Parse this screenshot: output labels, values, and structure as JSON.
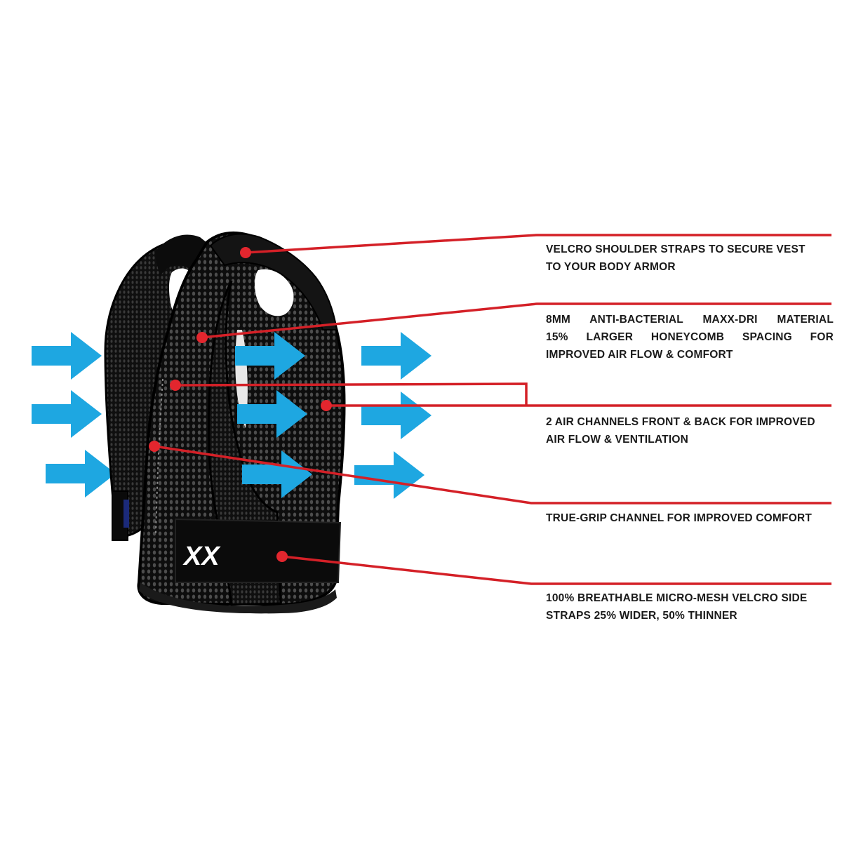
{
  "colors": {
    "background": "#ffffff",
    "leader_line": "#d42027",
    "dot": "#e3262e",
    "arrow": "#1ea7e1",
    "vest": "#111111",
    "mesh_highlight": "#5a5a5a",
    "text": "#1a1a1a",
    "logo": "#ffffff"
  },
  "product": {
    "name": "mesh-cooling-vest",
    "logo_text": "XX"
  },
  "callouts": [
    {
      "id": "shoulder-straps",
      "lines": [
        "VELCRO SHOULDER STRAPS TO SECURE VEST",
        "TO YOUR BODY ARMOR"
      ]
    },
    {
      "id": "material",
      "lines": [
        "8MM ANTI-BACTERIAL MAXX-DRI MATERIAL",
        "15% LARGER HONEYCOMB SPACING FOR",
        "IMPROVED AIR FLOW & COMFORT"
      ]
    },
    {
      "id": "air-channels",
      "lines": [
        "2 AIR CHANNELS FRONT & BACK FOR IMPROVED",
        "AIR FLOW & VENTILATION"
      ]
    },
    {
      "id": "true-grip",
      "lines": [
        "TRUE-GRIP CHANNEL FOR IMPROVED COMFORT"
      ]
    },
    {
      "id": "side-straps",
      "lines": [
        "100% BREATHABLE MICRO-MESH VELCRO SIDE",
        "STRAPS 25% WIDER, 50% THINNER"
      ]
    }
  ],
  "airflow_arrows": {
    "count": 9,
    "columns": [
      "left-inflow",
      "through-vest",
      "right-outflow"
    ],
    "direction": "right"
  }
}
